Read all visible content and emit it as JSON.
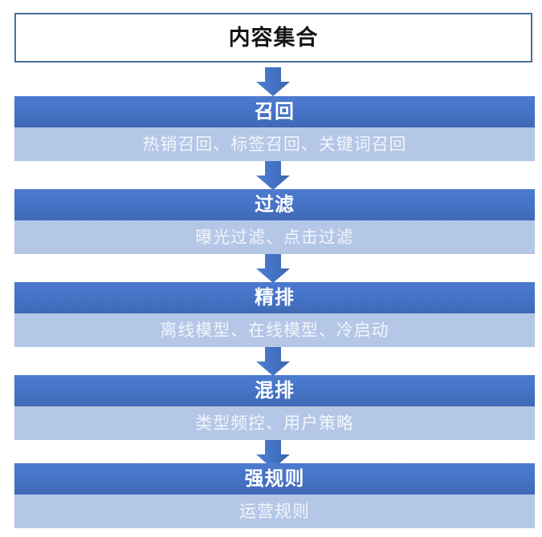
{
  "diagram": {
    "title": "内容集合",
    "source_box": {
      "label": "内容集合"
    },
    "colors": {
      "band_dark": "#4472C4",
      "band_light": "#B4C7E7",
      "box_border": "#4A6E96",
      "arrow": "#4472C4",
      "title_text": "#FFFFFF",
      "subtitle_text": "#F2F5FB",
      "source_text": "#141414",
      "background": "#FFFFFF"
    },
    "stages": [
      {
        "title": "召回",
        "subtitle": "热销召回、标签召回、关键词召回"
      },
      {
        "title": "过滤",
        "subtitle": "曝光过滤、点击过滤"
      },
      {
        "title": "精排",
        "subtitle": "离线模型、在线模型、冷启动"
      },
      {
        "title": "混排",
        "subtitle": "类型频控、用户策略"
      },
      {
        "title": "强规则",
        "subtitle": "运营规则"
      }
    ],
    "arrows": [
      {
        "name": "arrow-source-to-recall"
      },
      {
        "name": "arrow-recall-to-filter"
      },
      {
        "name": "arrow-filter-to-rank"
      },
      {
        "name": "arrow-rank-to-mix"
      },
      {
        "name": "arrow-mix-to-rules"
      }
    ]
  }
}
